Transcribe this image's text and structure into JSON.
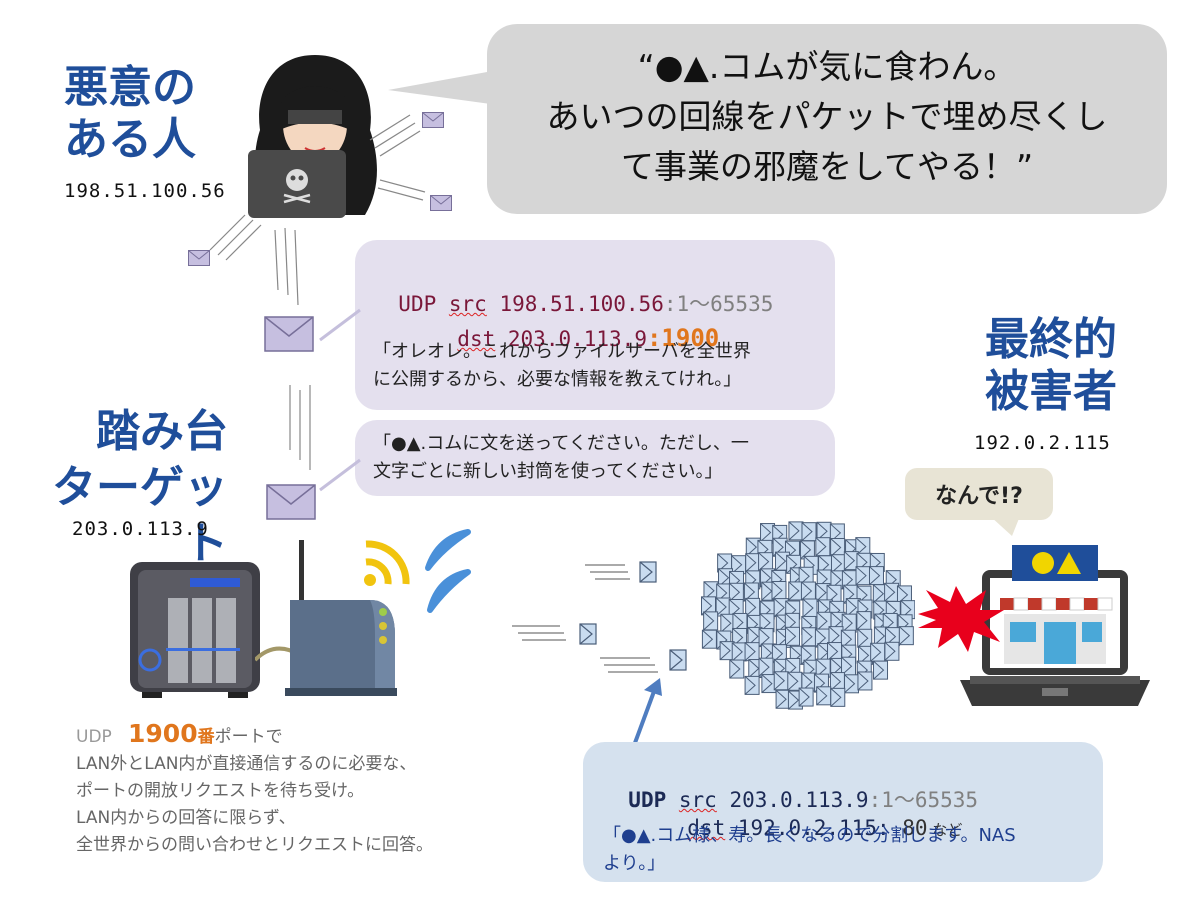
{
  "attacker": {
    "title_line1": "悪意の",
    "title_line2": "ある人",
    "ip": "198.51.100.56"
  },
  "speech": {
    "line1": "“●▲.コムが気に食わん。",
    "line2": "あいつの回線をパケットで埋め尽くし",
    "line3": "て事業の邪魔をしてやる！”"
  },
  "request_packet": {
    "proto": "UDP",
    "src_label": "src",
    "src_ip": "198.51.100.56",
    "src_ports": ":1～65535",
    "dst_label": "dst",
    "dst_ip": "203.0.113.9",
    "dst_port": ":1900",
    "msg_line1": "「オレオレ。これからファイルサーバを全世界",
    "msg_line2": "に公開するから、必要な情報を教えてけれ。」"
  },
  "request_note": {
    "line1": "「●▲.コムに文を送ってください。ただし、一",
    "line2": "文字ごとに新しい封筒を使ってください。」"
  },
  "stepping_stone": {
    "title_line1": "踏み台",
    "title_line2": "ターゲット",
    "ip": "203.0.113.9"
  },
  "victim": {
    "title_line1": "最終的",
    "title_line2": "被害者",
    "ip": "192.0.2.115",
    "bubble": "なんで!?"
  },
  "upnp_desc": {
    "proto": "UDP",
    "port_num": "1900",
    "port_suffix": "番",
    "line1_tail": "ポートで",
    "line2": "LAN外とLAN内が直接通信するのに必要な、",
    "line3": "ポートの開放リクエストを待ち受け。",
    "line4": "LAN内からの回答に限らず、",
    "line5": "全世界からの問い合わせとリクエストに回答。"
  },
  "response_packet": {
    "proto": "UDP",
    "src_label": "src",
    "src_ip": "203.0.113.9",
    "src_ports": ":1～65535",
    "dst_label": "dst",
    "dst_ip": "192.0.2.115:",
    "dst_port": " 80",
    "dst_suffix": " など",
    "msg_line1": "「●▲.コム様、寿。長くなるので分割します。NAS",
    "msg_line2": "より。」"
  },
  "colors": {
    "title_blue": "#1f4e9a",
    "accent_orange": "#e0761d",
    "envelope": "#b9b0d4",
    "packet_blue": "#c9dcf0"
  }
}
